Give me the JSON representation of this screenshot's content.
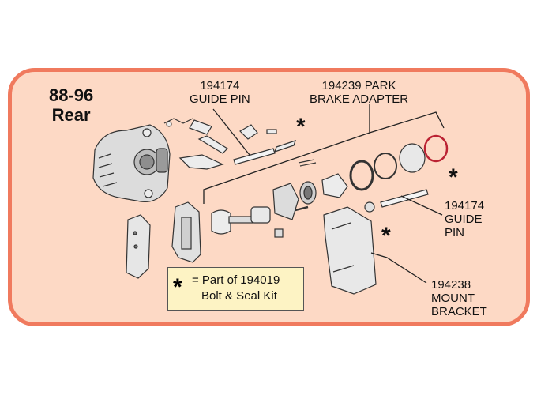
{
  "title": {
    "line1": "88-96",
    "line2": "Rear"
  },
  "callouts": {
    "guide_pin_top": {
      "part": "194174",
      "name": "GUIDE PIN"
    },
    "park_brake": {
      "line1": "194239 PARK",
      "line2": "BRAKE ADAPTER"
    },
    "guide_pin_right": {
      "part": "194174",
      "line1": "GUIDE",
      "line2": "PIN"
    },
    "mount_bracket": {
      "part": "194238",
      "line1": "MOUNT",
      "line2": "BRACKET"
    }
  },
  "star_symbol": "*",
  "legend": {
    "line1": "= Part of 194019",
    "line2": "Bolt & Seal Kit"
  },
  "colors": {
    "border": "#f07a5e",
    "panel": "#fdd9c5",
    "legend_bg": "#fdf3c4",
    "ink": "#111111"
  }
}
